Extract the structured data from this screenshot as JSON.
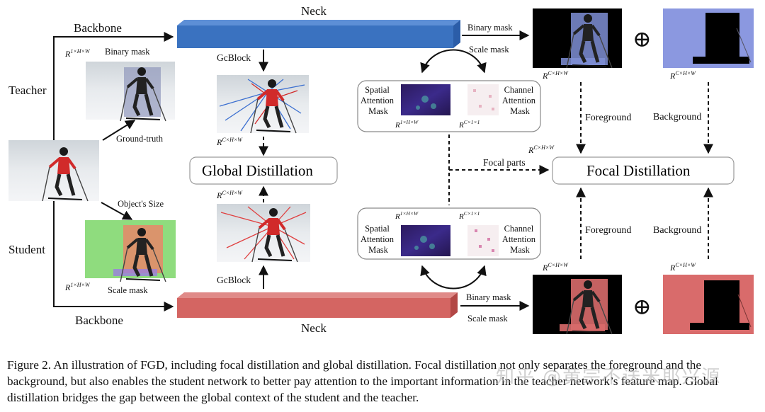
{
  "diagram": {
    "neck_label": "Neck",
    "backbone_label": "Backbone",
    "teacher_label": "Teacher",
    "student_label": "Student",
    "binary_mask_label": "Binary mask",
    "scale_mask_label": "Scale mask",
    "ground_truth_label": "Ground-truth",
    "objects_size_label": "Object's Size",
    "gcblock_label": "GcBlock",
    "global_distillation_label": "Global Distillation",
    "focal_distillation_label": "Focal Distillation",
    "focal_parts_label": "Focal parts",
    "foreground_label": "Foreground",
    "background_label": "Background",
    "spatial_attention_label": "Spatial\nAttention\nMask",
    "channel_attention_label": "Channel\nAttention\nMask",
    "dim_1hw": "R1×H×W",
    "dim_chw": "RC×H×W",
    "dim_c11": "RC×1×1",
    "oplus": "⊕"
  },
  "caption": {
    "text": "Figure 2. An illustration of FGD, including focal distillation and global distillation. Focal distillation not only separates the foreground and the background, but also enables the student network to better pay attention to the important information in the teacher network’s feature map. Global distillation bridges the gap between the global context of the student and the teacher."
  },
  "watermark": {
    "text": "知乎 @黄宗不送米耶兴源"
  },
  "colors": {
    "teacher_neck": "#3a72c0",
    "student_neck": "#d46562",
    "mask_blue": "#8090d8",
    "mask_red": "#d96b6b",
    "mask_green": "#8fdc7e"
  }
}
